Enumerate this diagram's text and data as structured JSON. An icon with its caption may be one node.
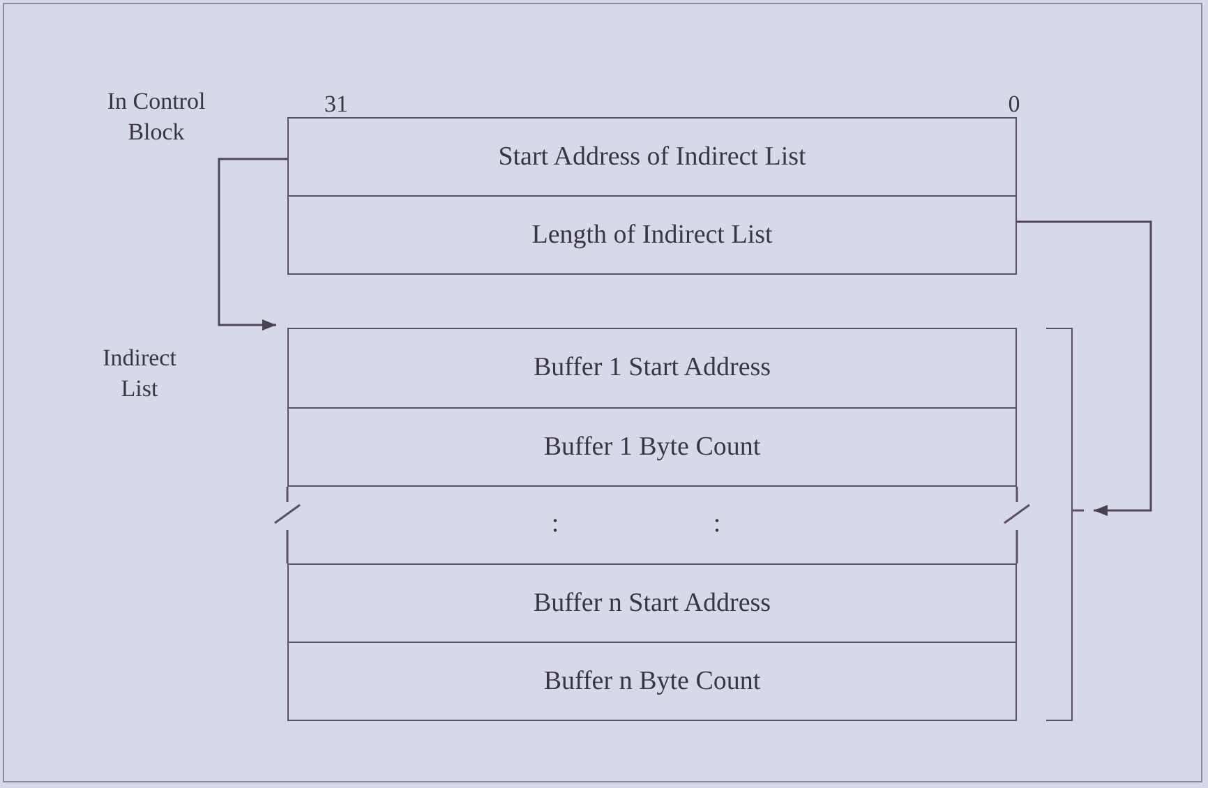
{
  "diagram": {
    "nodes": [
      {
        "text": [
          "Start Address of Indirect List"
        ],
        "beside": [
          "31",
          "0"
        ]
      },
      {
        "text": [
          "Length of Indirect List"
        ]
      },
      {
        "text": [
          "Buffer 1 Start Address"
        ]
      },
      {
        "text": [
          "Buffer 1 Byte Count"
        ]
      },
      {
        "text": [
          ":",
          ":"
        ]
      },
      {
        "text": [
          "Buffer n Start Address"
        ]
      },
      {
        "text": [
          "Buffer n Byte Count"
        ]
      },
      {
        "text": [],
        "shape": "bracket"
      }
    ],
    "edges": [
      {
        "from": 0,
        "to": 2,
        "arrow": "to"
      },
      {
        "from": 1,
        "to": 7,
        "arrow": "to"
      }
    ],
    "labels": [
      "In Control Block",
      "Indirect List"
    ]
  }
}
